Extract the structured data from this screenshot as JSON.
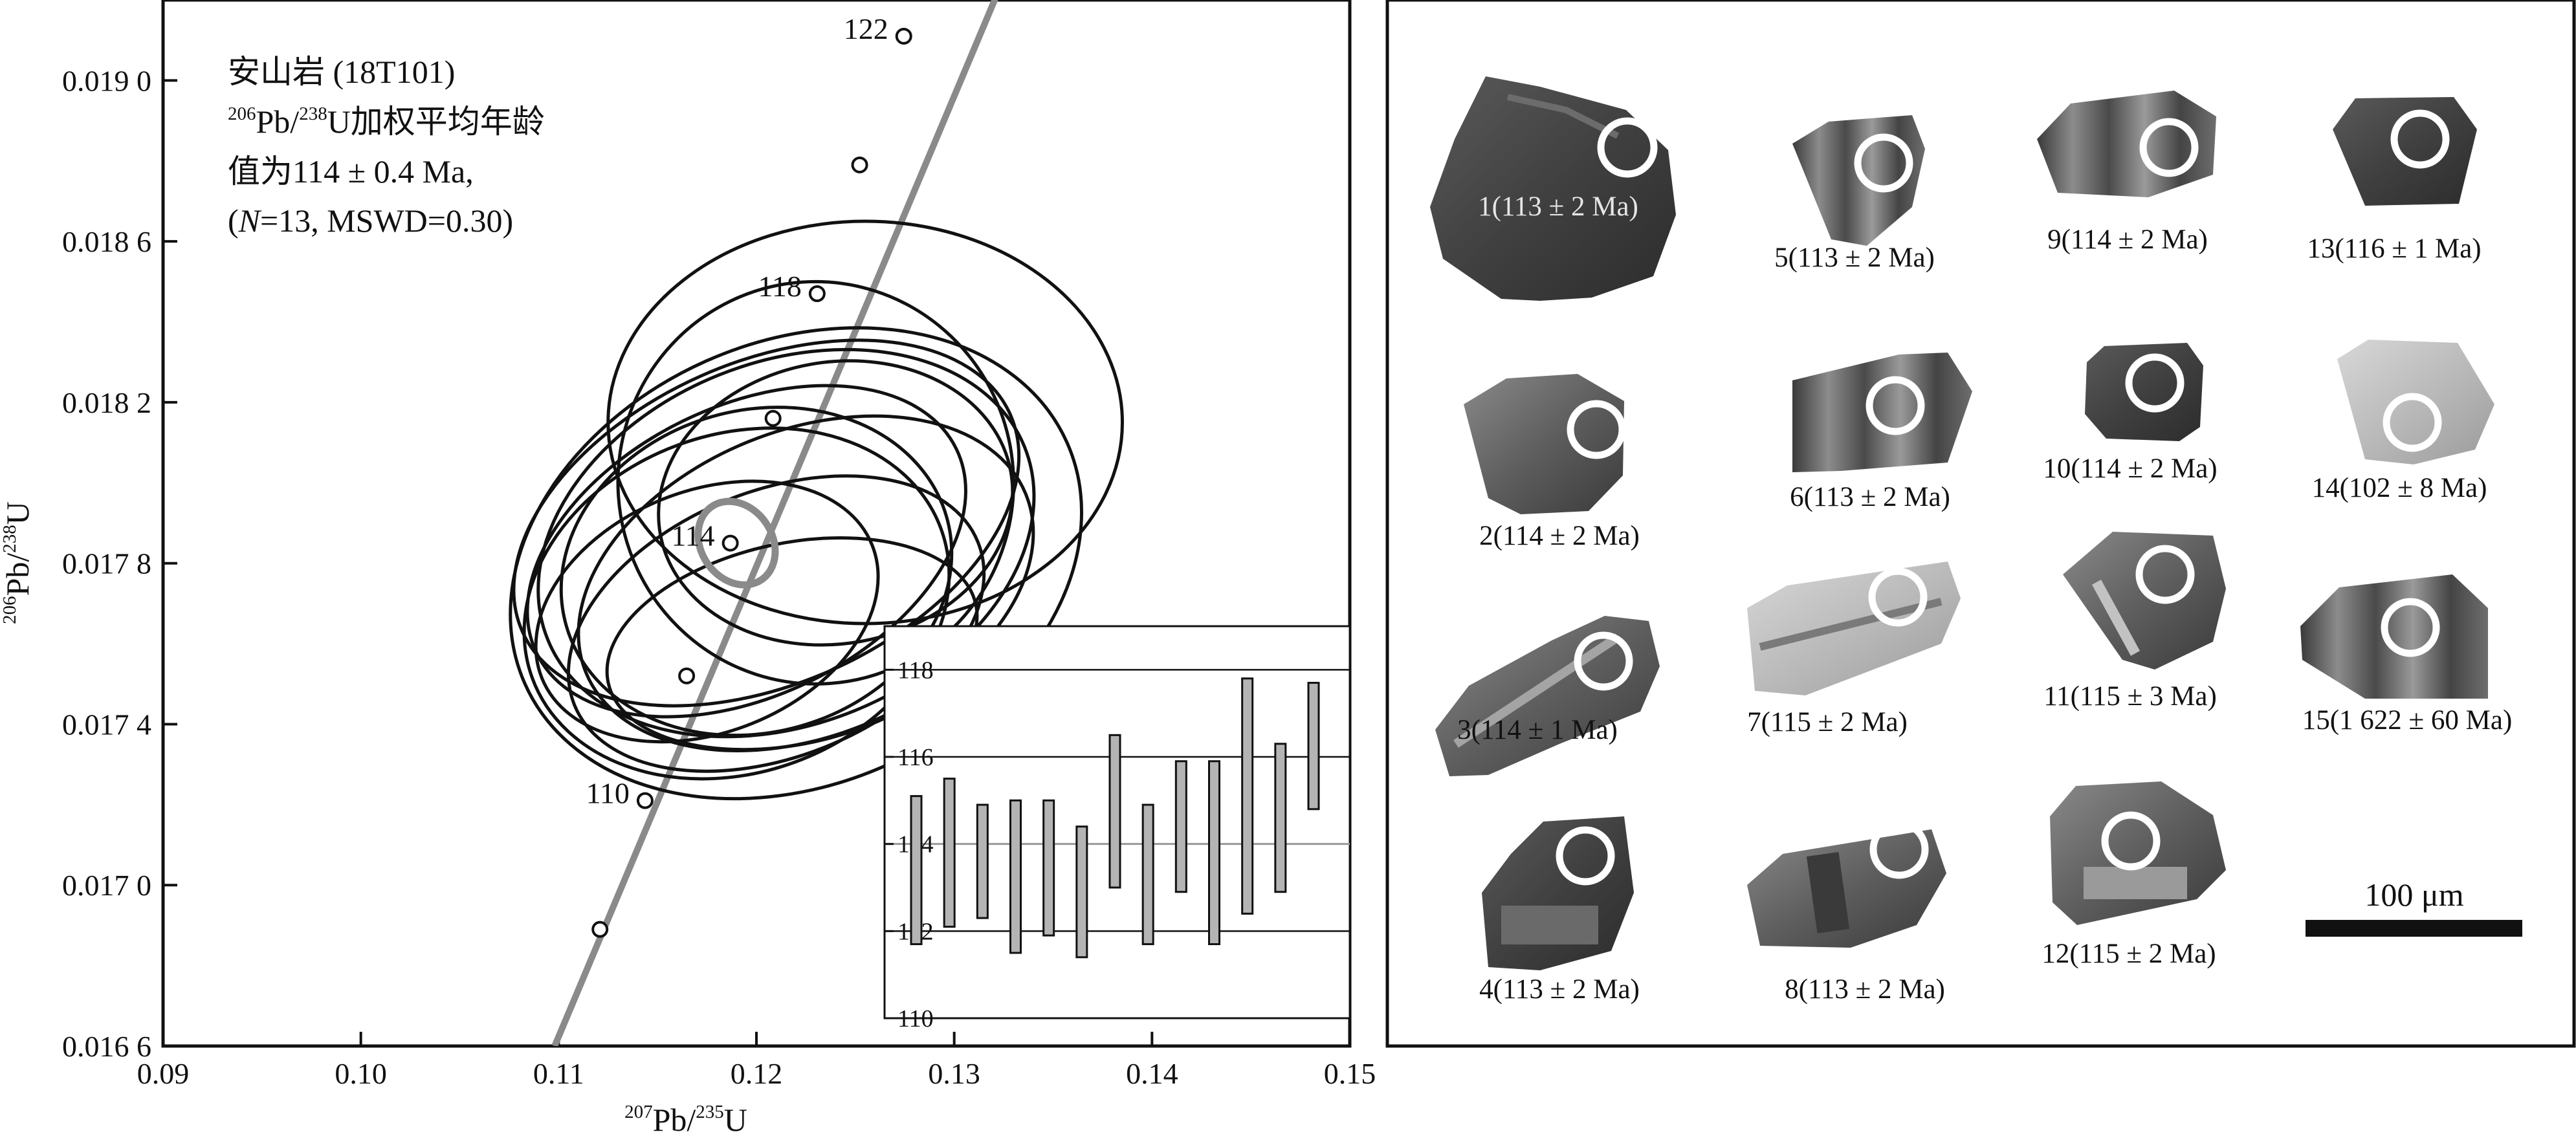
{
  "chart_data": [
    {
      "type": "scatter",
      "subtype": "concordia-diagram",
      "xlabel": {
        "sup": "207",
        "base": "Pb/",
        "sup2": "235",
        "base2": "U"
      },
      "ylabel": {
        "sup": "206",
        "base": "Pb/",
        "sup2": "238",
        "base2": "U"
      },
      "xlim": [
        0.09,
        0.15
      ],
      "ylim": [
        0.0166,
        0.0192
      ],
      "xticks": [
        0.09,
        0.1,
        0.11,
        0.12,
        0.13,
        0.14,
        0.15
      ],
      "xtick_labels": [
        "0.09",
        "0.10",
        "0.11",
        "0.12",
        "0.13",
        "0.14",
        "0.15"
      ],
      "yticks": [
        0.0166,
        0.017,
        0.0174,
        0.0178,
        0.0182,
        0.0186,
        0.019
      ],
      "ytick_labels": [
        "0.016 6",
        "0.017 0",
        "0.017 4",
        "0.017 8",
        "0.018 2",
        "0.018 6",
        "0.019 0"
      ],
      "annotation_lines": [
        "安山岩 (18T101)",
        {
          "sup1": "206",
          "t1": "Pb/",
          "sup2": "238",
          "t2": "U加权平均年龄"
        },
        "值为114 ± 0.4 Ma,",
        {
          "open": "(",
          "italic": "N",
          "rest": "=13, MSWD=0.30)"
        }
      ],
      "concordia_markers": [
        {
          "age": 110,
          "x": 0.11437,
          "y": 0.01721,
          "label": "110"
        },
        {
          "age": 112,
          "x": 0.11647,
          "y": 0.01752
        },
        {
          "age": 114,
          "x": 0.11868,
          "y": 0.01785,
          "label": "114"
        },
        {
          "age": 116,
          "x": 0.12084,
          "y": 0.01816
        },
        {
          "age": 118,
          "x": 0.12307,
          "y": 0.01847,
          "label": "118"
        },
        {
          "age": 120,
          "x": 0.12522,
          "y": 0.01879
        },
        {
          "age": 122,
          "x": 0.12745,
          "y": 0.01911,
          "label": "122"
        },
        {
          "age": 108,
          "x": 0.11209,
          "y": 0.01689
        }
      ],
      "concordia_line": [
        [
          0.1098,
          0.0166
        ],
        [
          0.1329,
          0.0193
        ]
      ],
      "error_ellipses": [
        {
          "cx": 0.1215,
          "cy": 0.01785,
          "rx": 0.013,
          "ry": 0.00045,
          "angle": 22
        },
        {
          "cx": 0.122,
          "cy": 0.0178,
          "rx": 0.015,
          "ry": 0.00055,
          "angle": 24
        },
        {
          "cx": 0.119,
          "cy": 0.0177,
          "rx": 0.011,
          "ry": 0.00042,
          "angle": 20
        },
        {
          "cx": 0.1205,
          "cy": 0.0179,
          "rx": 0.0135,
          "ry": 0.0004,
          "angle": 24
        },
        {
          "cx": 0.1225,
          "cy": 0.01775,
          "rx": 0.012,
          "ry": 0.00038,
          "angle": 22
        },
        {
          "cx": 0.1195,
          "cy": 0.01783,
          "rx": 0.0118,
          "ry": 0.00036,
          "angle": 26
        },
        {
          "cx": 0.121,
          "cy": 0.01765,
          "rx": 0.011,
          "ry": 0.00033,
          "angle": 22
        },
        {
          "cx": 0.12,
          "cy": 0.01778,
          "rx": 0.01,
          "ry": 0.0004,
          "angle": 16
        },
        {
          "cx": 0.1255,
          "cy": 0.01815,
          "rx": 0.013,
          "ry": 0.0005,
          "angle": 0
        },
        {
          "cx": 0.123,
          "cy": 0.018,
          "rx": 0.01,
          "ry": 0.0005,
          "angle": 4
        },
        {
          "cx": 0.1175,
          "cy": 0.01768,
          "rx": 0.009,
          "ry": 0.0003,
          "angle": 22
        },
        {
          "cx": 0.124,
          "cy": 0.01795,
          "rx": 0.009,
          "ry": 0.00035,
          "angle": 10
        },
        {
          "cx": 0.1218,
          "cy": 0.0176,
          "rx": 0.0095,
          "ry": 0.00025,
          "angle": 12
        }
      ],
      "mean_ellipse": {
        "cx": 0.119,
        "cy": 0.01785,
        "rx": 0.0018,
        "ry": 0.00011,
        "angle": 34
      }
    },
    {
      "type": "bar",
      "subtype": "weighted-mean-age-error-bars",
      "ylim": [
        110,
        119
      ],
      "yticks": [
        110,
        112,
        114,
        116,
        118
      ],
      "ytick_labels": [
        "110",
        "112",
        "114",
        "116",
        "118"
      ],
      "mean_line": 114,
      "ranges": [
        [
          111.7,
          115.1
        ],
        [
          112.1,
          115.5
        ],
        [
          112.3,
          114.9
        ],
        [
          111.5,
          115.0
        ],
        [
          111.9,
          115.0
        ],
        [
          111.4,
          114.4
        ],
        [
          113.0,
          116.5
        ],
        [
          111.7,
          114.9
        ],
        [
          112.9,
          115.9
        ],
        [
          111.7,
          115.9
        ],
        [
          112.4,
          117.8
        ],
        [
          112.9,
          116.3
        ],
        [
          114.8,
          117.7
        ]
      ]
    }
  ],
  "grains": [
    {
      "label": "1(113 ± 2 Ma)"
    },
    {
      "label": "2(114 ± 2 Ma)"
    },
    {
      "label": "3(114 ± 1 Ma)"
    },
    {
      "label": "4(113 ± 2 Ma)"
    },
    {
      "label": "5(113 ± 2 Ma)"
    },
    {
      "label": "6(113 ± 2 Ma)"
    },
    {
      "label": "7(115 ± 2 Ma)"
    },
    {
      "label": "8(113 ± 2 Ma)"
    },
    {
      "label": "9(114 ± 2 Ma)"
    },
    {
      "label": "10(114 ± 2 Ma)"
    },
    {
      "label": "11(115 ± 3 Ma)"
    },
    {
      "label": "12(115 ± 2 Ma)"
    },
    {
      "label": "13(116 ± 1 Ma)"
    },
    {
      "label": "14(102 ± 8 Ma)"
    },
    {
      "label": "15(1 622 ± 60 Ma)"
    }
  ],
  "scale_bar": {
    "label": "100 μm"
  }
}
